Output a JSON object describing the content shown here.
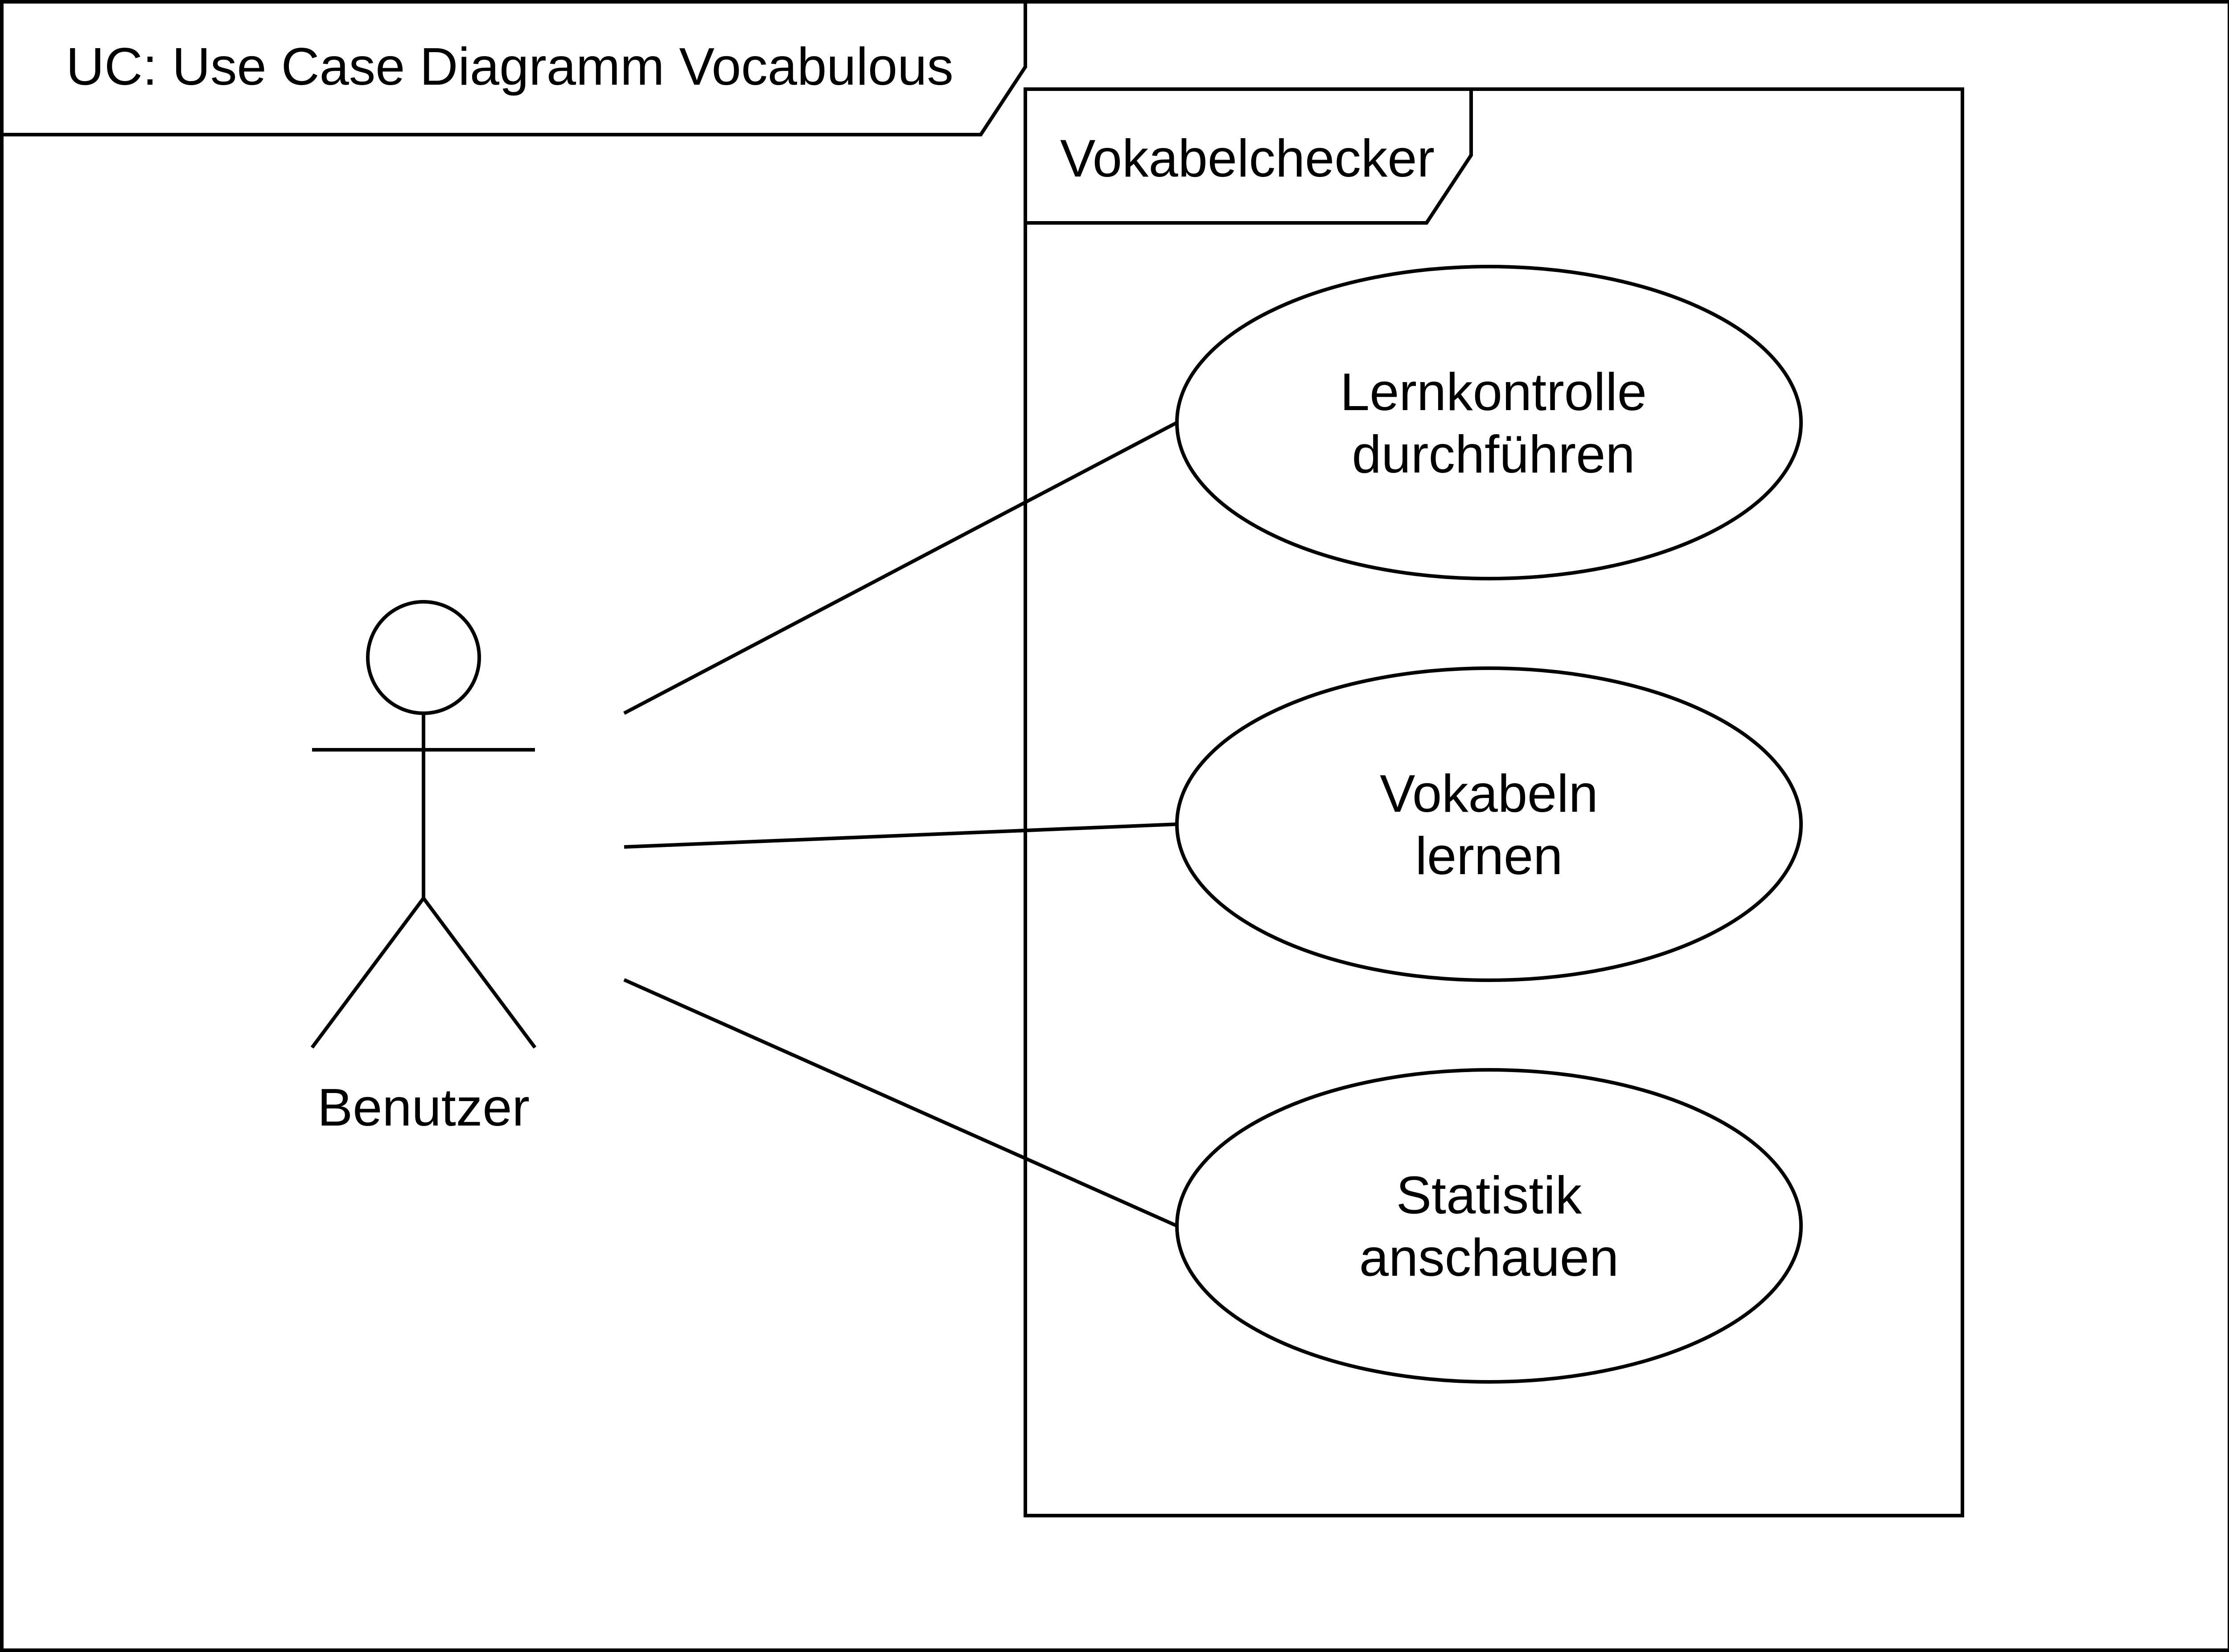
{
  "diagram": {
    "type": "UML use case diagram",
    "frame_title": "UC: Use Case Diagramm Vocabulous",
    "system": {
      "name": "Vokabelchecker"
    },
    "actor": {
      "name": "Benutzer"
    },
    "use_cases": [
      {
        "line1": "Lernkontrolle",
        "line2": "durchführen"
      },
      {
        "line1": "Vokabeln",
        "line2": "lernen"
      },
      {
        "line1": "Statistik",
        "line2": "anschauen"
      }
    ],
    "associations": [
      {
        "from": "Benutzer",
        "to": "Lernkontrolle durchführen"
      },
      {
        "from": "Benutzer",
        "to": "Vokabeln lernen"
      },
      {
        "from": "Benutzer",
        "to": "Statistik anschauen"
      }
    ],
    "colors": {
      "stroke": "#000000",
      "background": "#ffffff"
    }
  }
}
